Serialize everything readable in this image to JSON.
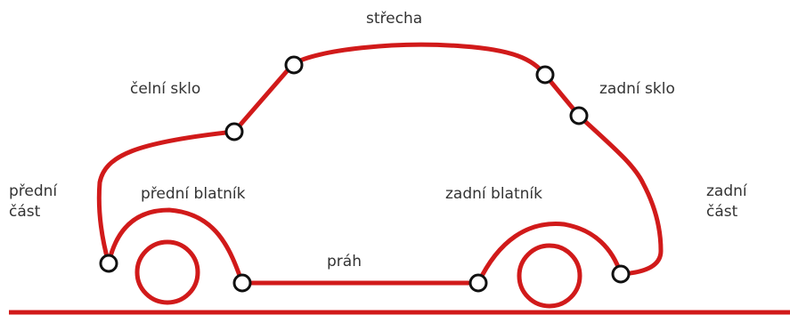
{
  "colors": {
    "outline": "#d11a1a",
    "joint_fill": "#ffffff",
    "joint_stroke": "#111111",
    "label_text": "#333333"
  },
  "labels": {
    "roof": "střecha",
    "windshield": "čelní sklo",
    "rear_window": "zadní sklo",
    "front_section_line1": "přední",
    "front_section_line2": "část",
    "front_fender": "přední blatník",
    "rear_fender": "zadní blatník",
    "rear_section_line1": "zadní",
    "rear_section_line2": "část",
    "sill": "práh"
  }
}
